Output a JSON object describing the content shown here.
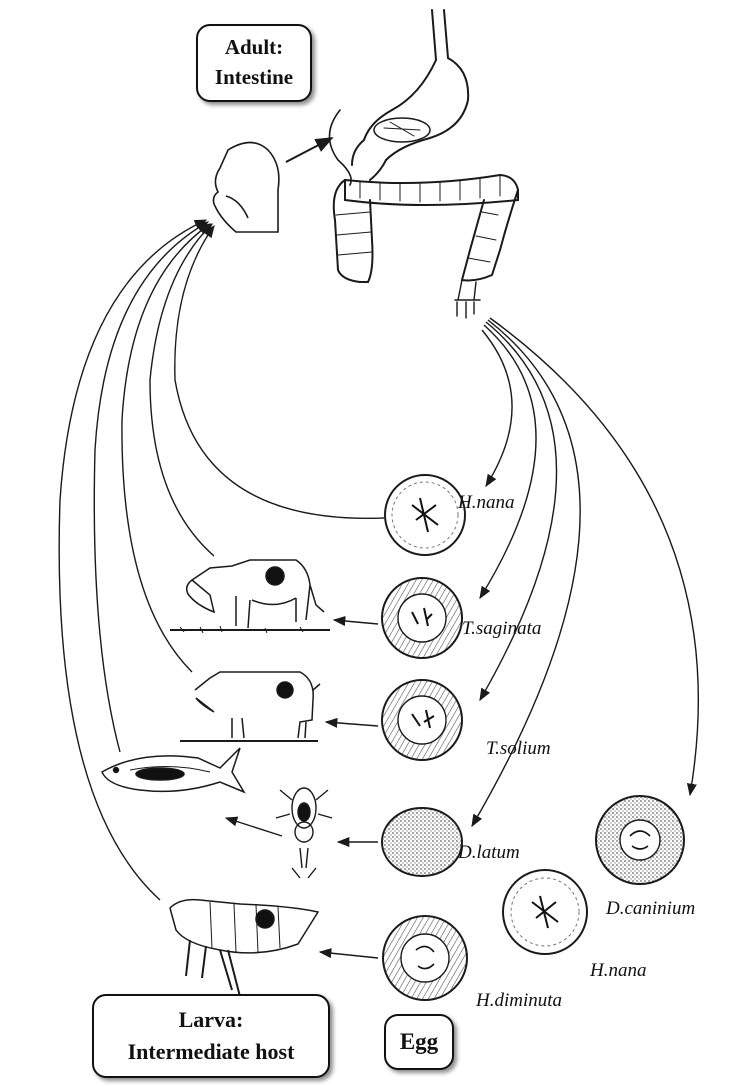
{
  "labels": {
    "adult": {
      "line1": "Adult:",
      "line2": "Intestine"
    },
    "larva": {
      "line1": "Larva:",
      "line2": "Intermediate host"
    },
    "egg": "Egg"
  },
  "eggs": [
    {
      "key": "h_nana_top",
      "species": "H.nana"
    },
    {
      "key": "t_saginata",
      "species": "T.saginata"
    },
    {
      "key": "t_solium",
      "species": "T.solium"
    },
    {
      "key": "d_latum",
      "species": "D.latum"
    },
    {
      "key": "d_caninium",
      "species": "D.caninium"
    },
    {
      "key": "h_nana_bottom",
      "species": "H.nana"
    },
    {
      "key": "h_diminuta",
      "species": "H.diminuta"
    }
  ],
  "hosts": [
    "human-head-icon",
    "cow-icon",
    "pig-icon",
    "fish-icon",
    "copepod-icon",
    "flea-icon"
  ],
  "colors": {
    "line": "#1a1a1a",
    "background": "#ffffff"
  }
}
